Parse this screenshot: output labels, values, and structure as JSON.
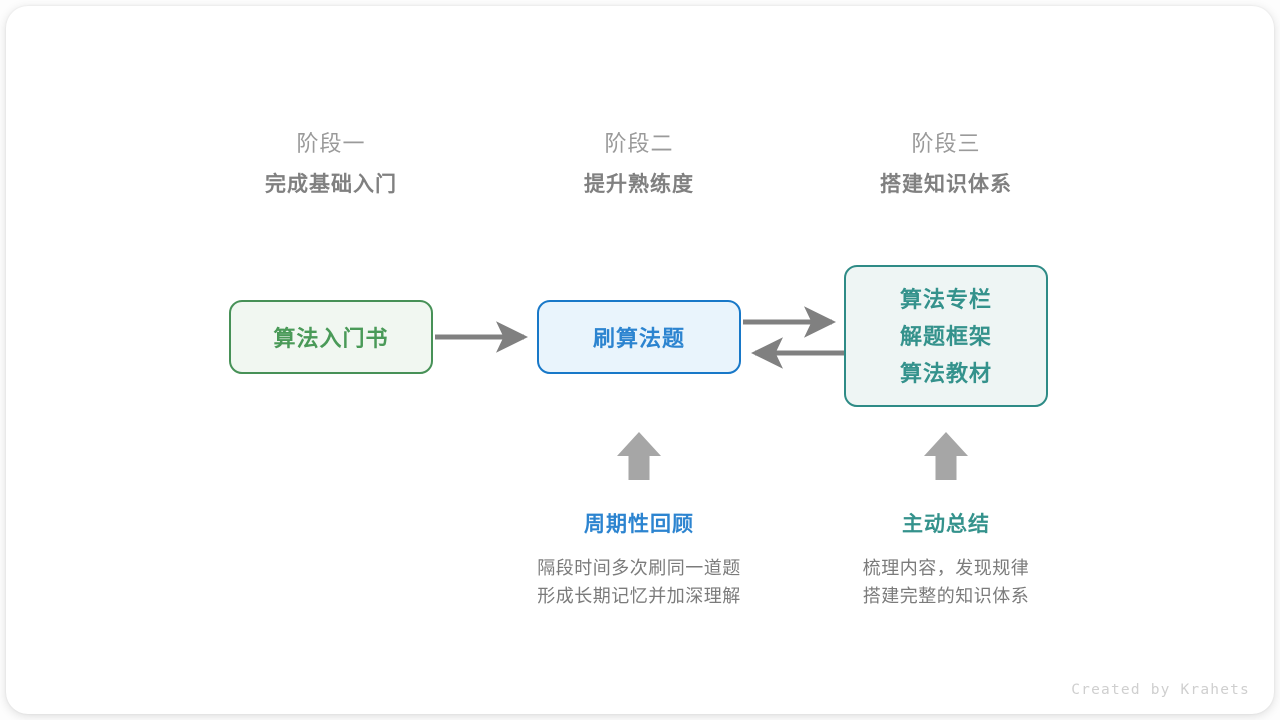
{
  "stages": [
    {
      "sub": "阶段一",
      "title": "完成基础入门"
    },
    {
      "sub": "阶段二",
      "title": "提升熟练度"
    },
    {
      "sub": "阶段三",
      "title": "搭建知识体系"
    }
  ],
  "boxes": {
    "book": {
      "label": "算法入门书",
      "border": "#479157",
      "fill": "#f1f7f1",
      "text": "#4a9a58"
    },
    "practice": {
      "label": "刷算法题",
      "border": "#1878c8",
      "fill": "#e9f4fc",
      "text": "#2c84d0"
    },
    "resources": {
      "lines": [
        "算法专栏",
        "解题框架",
        "算法教材"
      ],
      "border": "#2e8b86",
      "fill": "#eef5f4",
      "text": "#34928c"
    }
  },
  "arrows": {
    "color": "#808080",
    "book_to_practice": "right",
    "practice_to_resources": "right",
    "resources_to_practice": "left",
    "up_arrow_practice": "up",
    "up_arrow_resources": "up"
  },
  "notes": [
    {
      "title": "周期性回顾",
      "color": "#2c84d0",
      "line1": "隔段时间多次刷同一道题",
      "line2": "形成长期记忆并加深理解"
    },
    {
      "title": "主动总结",
      "color": "#34928c",
      "line1": "梳理内容，发现规律",
      "line2": "搭建完整的知识体系"
    }
  ],
  "credit": "Created by Krahets"
}
